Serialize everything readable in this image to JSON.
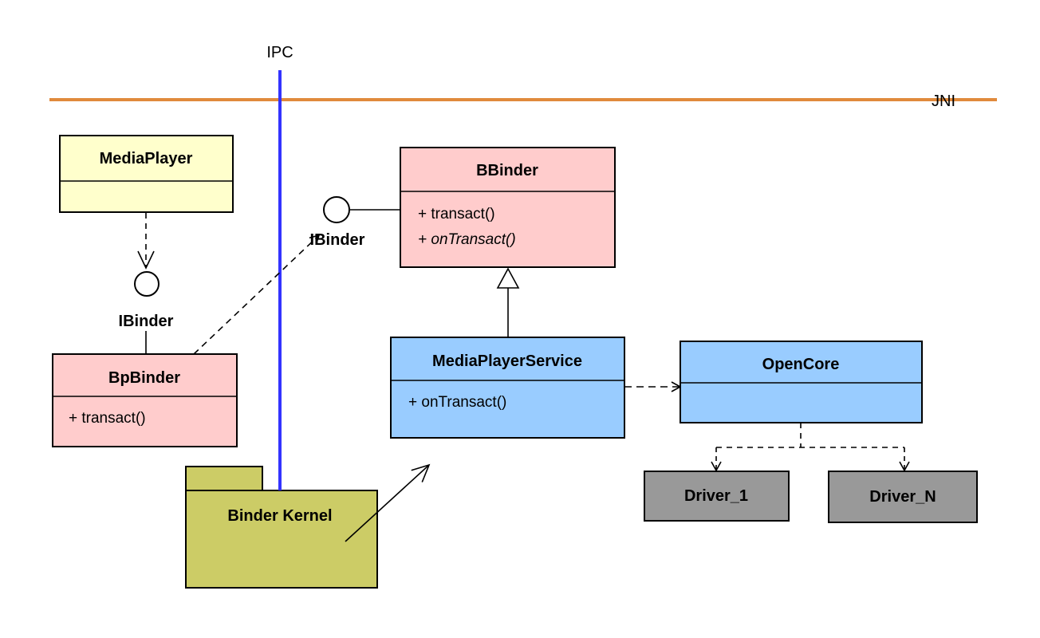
{
  "labels": {
    "ipc": "IPC",
    "jni": "JNI",
    "ibinder_left": "IBinder",
    "ibinder_right": "IBinder"
  },
  "classes": {
    "media_player": {
      "name": "MediaPlayer"
    },
    "bbinder": {
      "name": "BBinder",
      "methods": [
        "+ transact()",
        "+ onTransact()"
      ]
    },
    "bpbinder": {
      "name": "BpBinder",
      "methods": [
        "+ transact()"
      ]
    },
    "media_player_service": {
      "name": "MediaPlayerService",
      "methods": [
        "+ onTransact()"
      ]
    },
    "opencore": {
      "name": "OpenCore"
    }
  },
  "components": {
    "binder_kernel": "Binder Kernel",
    "driver_1": "Driver_1",
    "driver_n": "Driver_N"
  },
  "colors": {
    "client_class": "#ffffcc",
    "binder_class": "#ffcccc",
    "service_class": "#99ccff",
    "driver": "#999999",
    "package": "#cccc66",
    "ipc_line": "#3333ff",
    "jni_line": "#e08a3c"
  }
}
